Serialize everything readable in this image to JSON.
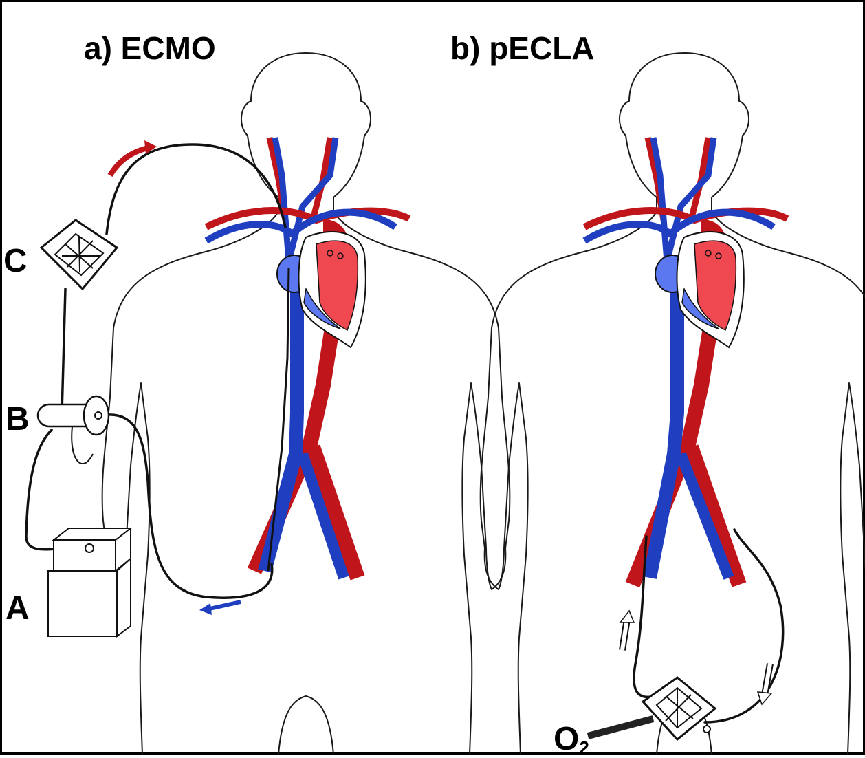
{
  "panels": {
    "ecmo": {
      "title": "a) ECMO",
      "components": {
        "c_label": "C",
        "b_label": "B",
        "a_label": "A"
      }
    },
    "pecla": {
      "title": "b) pECLA",
      "gas_label": "O",
      "gas_subscript": "2"
    }
  },
  "colors": {
    "artery": "#c0161b",
    "vein": "#1f3fc0",
    "heart_left": "#f04850",
    "heart_right": "#5c78f0",
    "border": "#000000"
  }
}
